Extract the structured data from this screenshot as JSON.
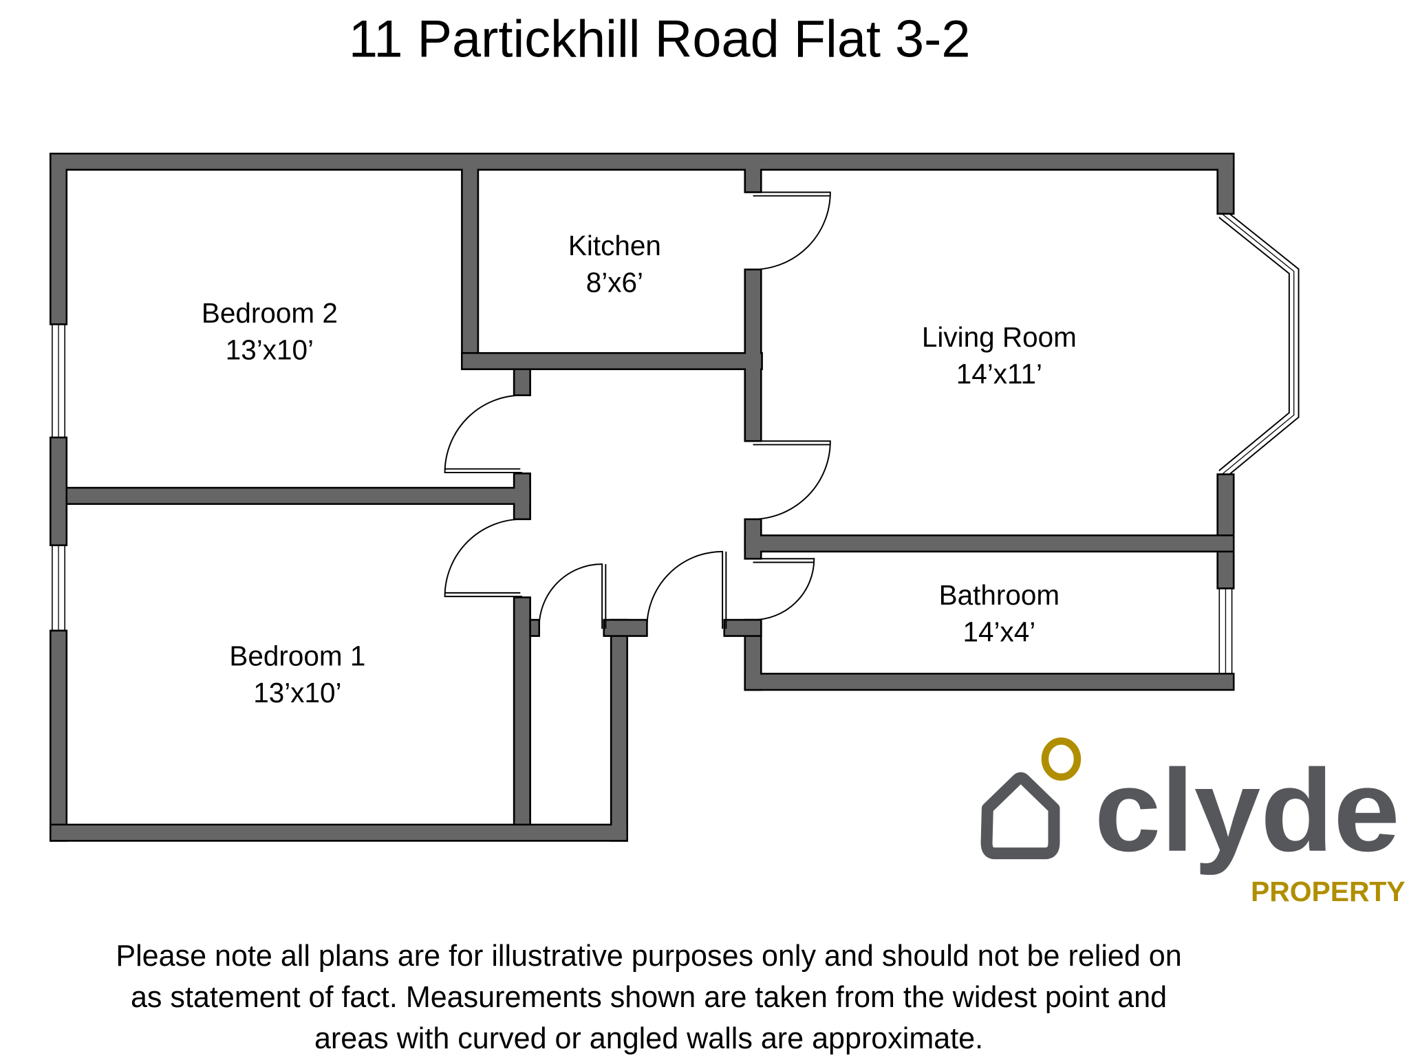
{
  "title": "11 Partickhill Road Flat 3-2",
  "rooms": [
    {
      "name": "Bedroom 2",
      "size": "13’x10’"
    },
    {
      "name": "Kitchen",
      "size": "8’x6’"
    },
    {
      "name": "Living Room",
      "size": "14’x11’"
    },
    {
      "name": "Bedroom 1",
      "size": "13’x10’"
    },
    {
      "name": "Bathroom",
      "size": "14’x4’"
    }
  ],
  "logo": {
    "brand": "clyde",
    "sub": "PROPERTY",
    "gray": "#56575b",
    "gold": "#b08e00"
  },
  "disclaimer": [
    "Please note all plans are for illustrative purposes only and should not be relied on",
    "as statement of fact. Measurements shown are taken from the widest point and",
    "areas with curved or angled walls are approximate."
  ]
}
